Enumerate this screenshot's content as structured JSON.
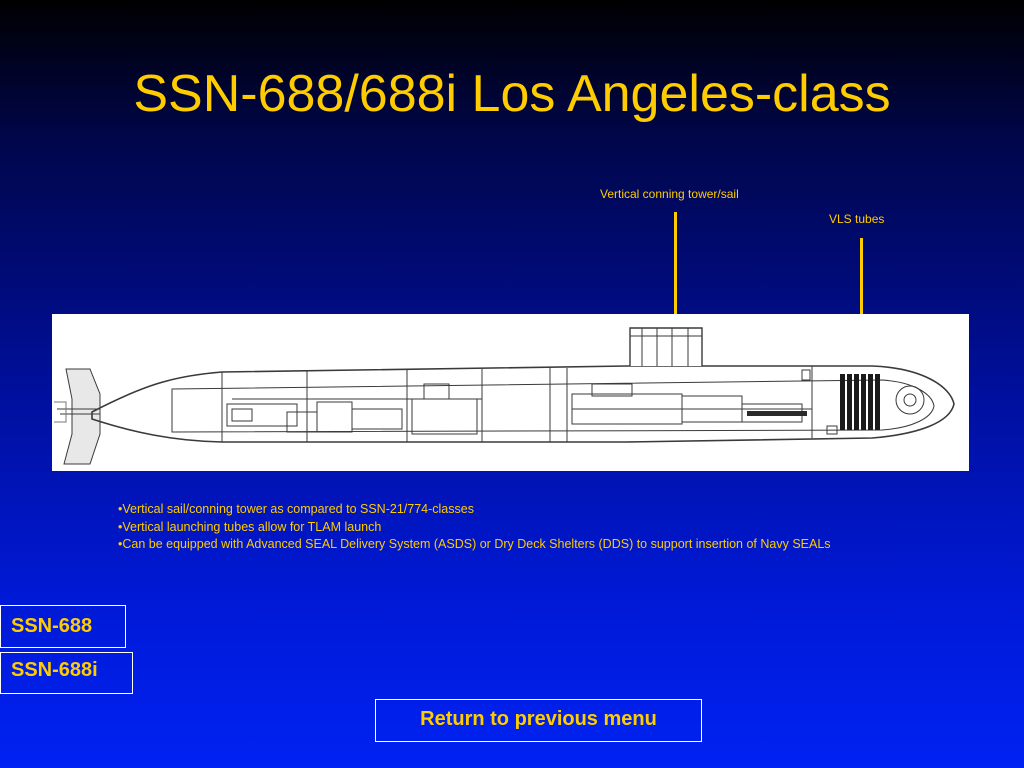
{
  "slide": {
    "title": "SSN-688/688i Los Angeles-class"
  },
  "callouts": {
    "sail_label": "Vertical conning tower/sail",
    "vls_label": "VLS tubes"
  },
  "diagram": {
    "subject": "Los Angeles-class submarine cutaway profile",
    "accent_color": "#ffcc00"
  },
  "bullets": [
    "•Vertical sail/conning tower as compared to  SSN-21/774-classes",
    "•Vertical launching tubes allow for TLAM launch",
    "•Can be equipped with Advanced SEAL Delivery System (ASDS) or Dry Deck Shelters (DDS) to support insertion of Navy SEALs"
  ],
  "nav": {
    "ssn688_label": "SSN-688",
    "ssn688i_label": "SSN-688i",
    "return_label": "Return to previous menu"
  },
  "colors": {
    "text_accent": "#ffcc00",
    "button_border": "#ffffff",
    "background_top": "#000000",
    "background_bottom": "#0022f2"
  }
}
